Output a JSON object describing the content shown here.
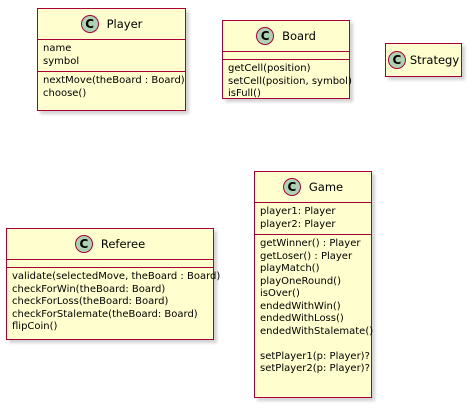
{
  "classes": {
    "player": {
      "name": "Player",
      "stereotype_letter": "C",
      "attributes": [
        "name",
        "symbol"
      ],
      "methods": [
        "nextMove(theBoard : Board)",
        "choose()"
      ]
    },
    "board": {
      "name": "Board",
      "stereotype_letter": "C",
      "attributes": [],
      "methods": [
        "getCell(position)",
        "setCell(position, symbol)",
        "isFull()"
      ]
    },
    "strategy": {
      "name": "Strategy",
      "stereotype_letter": "C"
    },
    "referee": {
      "name": "Referee",
      "stereotype_letter": "C",
      "attributes": [],
      "methods": [
        "validate(selectedMove, theBoard : Board)",
        "checkForWin(theBoard: Board)",
        "checkForLoss(theBoard: Board)",
        "checkForStalemate(theBoard: Board)",
        "flipCoin()"
      ]
    },
    "game": {
      "name": "Game",
      "stereotype_letter": "C",
      "attributes": [
        "player1: Player",
        "player2: Player"
      ],
      "methods": [
        "getWinner() : Player",
        "getLoser() : Player",
        "playMatch()",
        "playOneRound()",
        "isOver()",
        "endedWithWin()",
        "endedWithLoss()",
        "endedWithStalemate()",
        "",
        "setPlayer1(p: Player)?",
        "setPlayer2(p: Player)?"
      ]
    }
  },
  "colors": {
    "class_fill": "#FEFECE",
    "class_border": "#A80036",
    "circle_fill": "#ADD1B2"
  }
}
